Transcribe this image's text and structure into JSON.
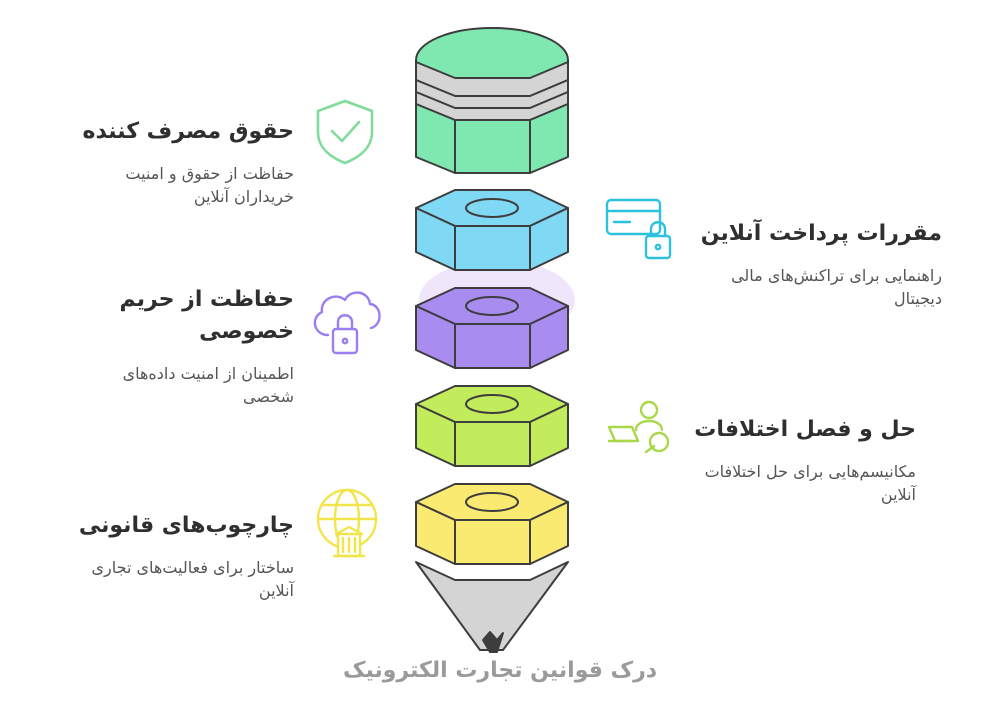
{
  "title": "درک قوانین تجارت الکترونیک",
  "colors": {
    "top": "#7ee8b0",
    "blue": "#7fd8f4",
    "purple": "#a98cf0",
    "lime": "#c3ec5c",
    "yellow": "#faea72",
    "grey": "#d4d4d4",
    "stroke": "#3d3d3d",
    "icon_green": "#7fdc9a",
    "icon_cyan": "#2cc1de",
    "icon_purple": "#9b7ef0",
    "icon_lime": "#a9d94a",
    "icon_yellow": "#f2e54c"
  },
  "items": [
    {
      "title": "حقوق مصرف کننده",
      "desc": [
        "حفاظت از حقوق و امنیت",
        "خریداران آنلاین"
      ],
      "icon": "shield-check-icon"
    },
    {
      "title": "مقررات پرداخت آنلاین",
      "desc": [
        "راهنمایی برای تراکنش‌های مالی",
        "دیجیتال"
      ],
      "icon": "card-lock-icon"
    },
    {
      "title": [
        "حفاظت از حریم",
        "خصوصی"
      ],
      "desc": [
        "اطمینان از امنیت داده‌های",
        "شخصی"
      ],
      "icon": "cloud-lock-icon"
    },
    {
      "title": "حل و فصل اختلافات",
      "desc": [
        "مکانیسم‌هایی برای حل اختلافات",
        "آنلاین"
      ],
      "icon": "dispute-resolution-icon"
    },
    {
      "title": "چارچوب‌های قانونی",
      "desc": [
        "ساختار برای فعالیت‌های تجاری",
        "آنلاین"
      ],
      "icon": "globe-bank-icon"
    }
  ]
}
